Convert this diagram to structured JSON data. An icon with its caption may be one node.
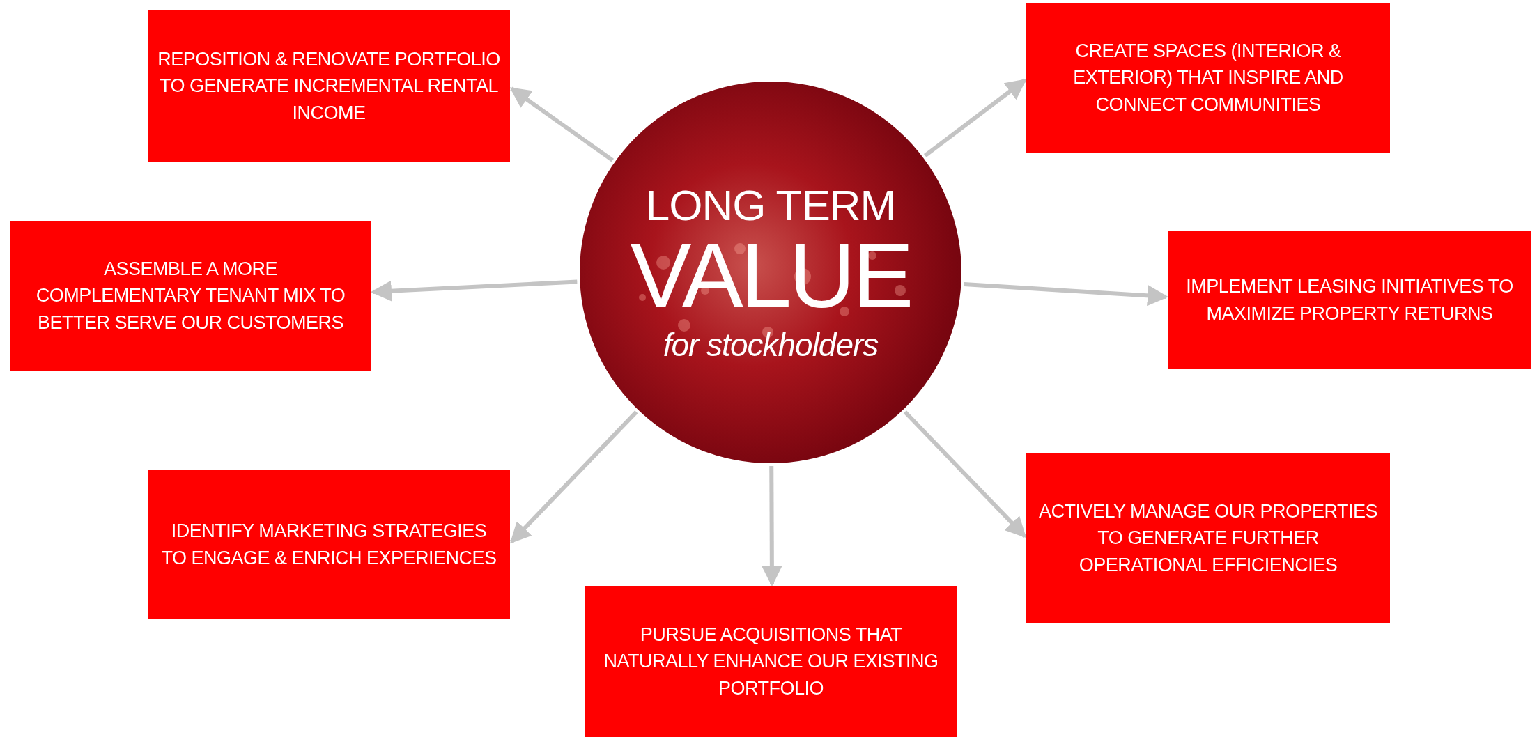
{
  "diagram": {
    "nodes": [
      {
        "text": [
          "LONG TERM",
          "VALUE",
          "for stockholders"
        ]
      },
      {
        "text": [
          "REPOSITION & RENOVATE PORTFOLIO TO GENERATE INCREMENTAL RENTAL INCOME"
        ]
      },
      {
        "text": [
          "CREATE SPACES (INTERIOR & EXTERIOR) THAT INSPIRE AND CONNECT COMMUNITIES"
        ]
      },
      {
        "text": [
          "ASSEMBLE A MORE COMPLEMENTARY TENANT MIX TO BETTER SERVE OUR CUSTOMERS"
        ]
      },
      {
        "text": [
          "IMPLEMENT LEASING INITIATIVES TO MAXIMIZE PROPERTY RETURNS"
        ]
      },
      {
        "text": [
          "IDENTIFY MARKETING STRATEGIES TO ENGAGE & ENRICH EXPERIENCES"
        ]
      },
      {
        "text": [
          "ACTIVELY MANAGE OUR PROPERTIES TO GENERATE FURTHER OPERATIONAL EFFICIENCIES"
        ]
      },
      {
        "text": [
          "PURSUE ACQUISITIONS THAT NATURALLY ENHANCE OUR EXISTING PORTFOLIO"
        ]
      }
    ],
    "edges": [
      {
        "from": 0,
        "to": 1,
        "arrow": "to"
      },
      {
        "from": 0,
        "to": 2,
        "arrow": "to"
      },
      {
        "from": 0,
        "to": 3,
        "arrow": "to"
      },
      {
        "from": 0,
        "to": 4,
        "arrow": "to"
      },
      {
        "from": 0,
        "to": 5,
        "arrow": "to"
      },
      {
        "from": 0,
        "to": 6,
        "arrow": "to"
      },
      {
        "from": 0,
        "to": 7,
        "arrow": "to"
      }
    ]
  }
}
